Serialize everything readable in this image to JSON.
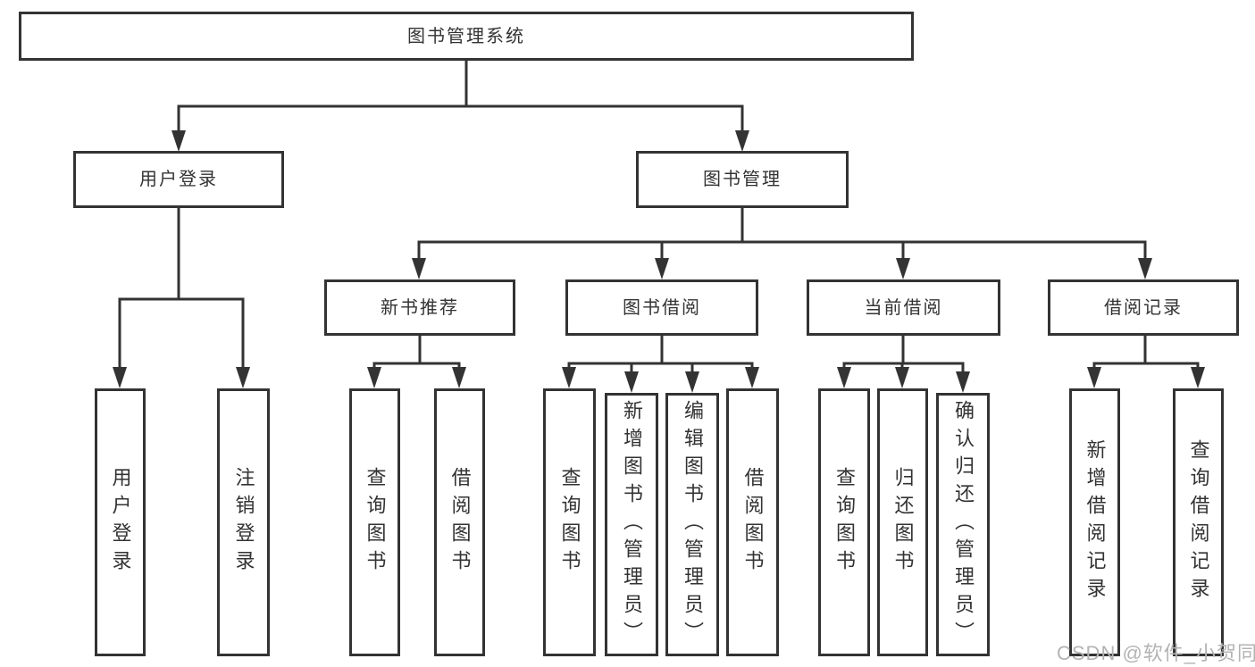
{
  "diagram": {
    "watermark": "CSDN @软件_小贺同学",
    "colors": {
      "line": "#333333",
      "text": "#333333",
      "box_bg": "#ffffff",
      "watermark": "#b3b3b3"
    },
    "tree": {
      "label": "图书管理系统",
      "children": [
        {
          "label": "用户登录",
          "children": [
            {
              "label": "用户登录"
            },
            {
              "label": "注销登录"
            }
          ]
        },
        {
          "label": "图书管理",
          "children": [
            {
              "label": "新书推荐",
              "children": [
                {
                  "label": "查询图书"
                },
                {
                  "label": "借阅图书"
                }
              ]
            },
            {
              "label": "图书借阅",
              "children": [
                {
                  "label": "查询图书"
                },
                {
                  "label": "新增图书（管理员）"
                },
                {
                  "label": "编辑图书（管理员）"
                },
                {
                  "label": "借阅图书"
                }
              ]
            },
            {
              "label": "当前借阅",
              "children": [
                {
                  "label": "查询图书"
                },
                {
                  "label": "归还图书"
                },
                {
                  "label": "确认归还（管理员）"
                }
              ]
            },
            {
              "label": "借阅记录",
              "children": [
                {
                  "label": "新增借阅记录"
                },
                {
                  "label": "查询借阅记录"
                }
              ]
            }
          ]
        }
      ]
    }
  }
}
